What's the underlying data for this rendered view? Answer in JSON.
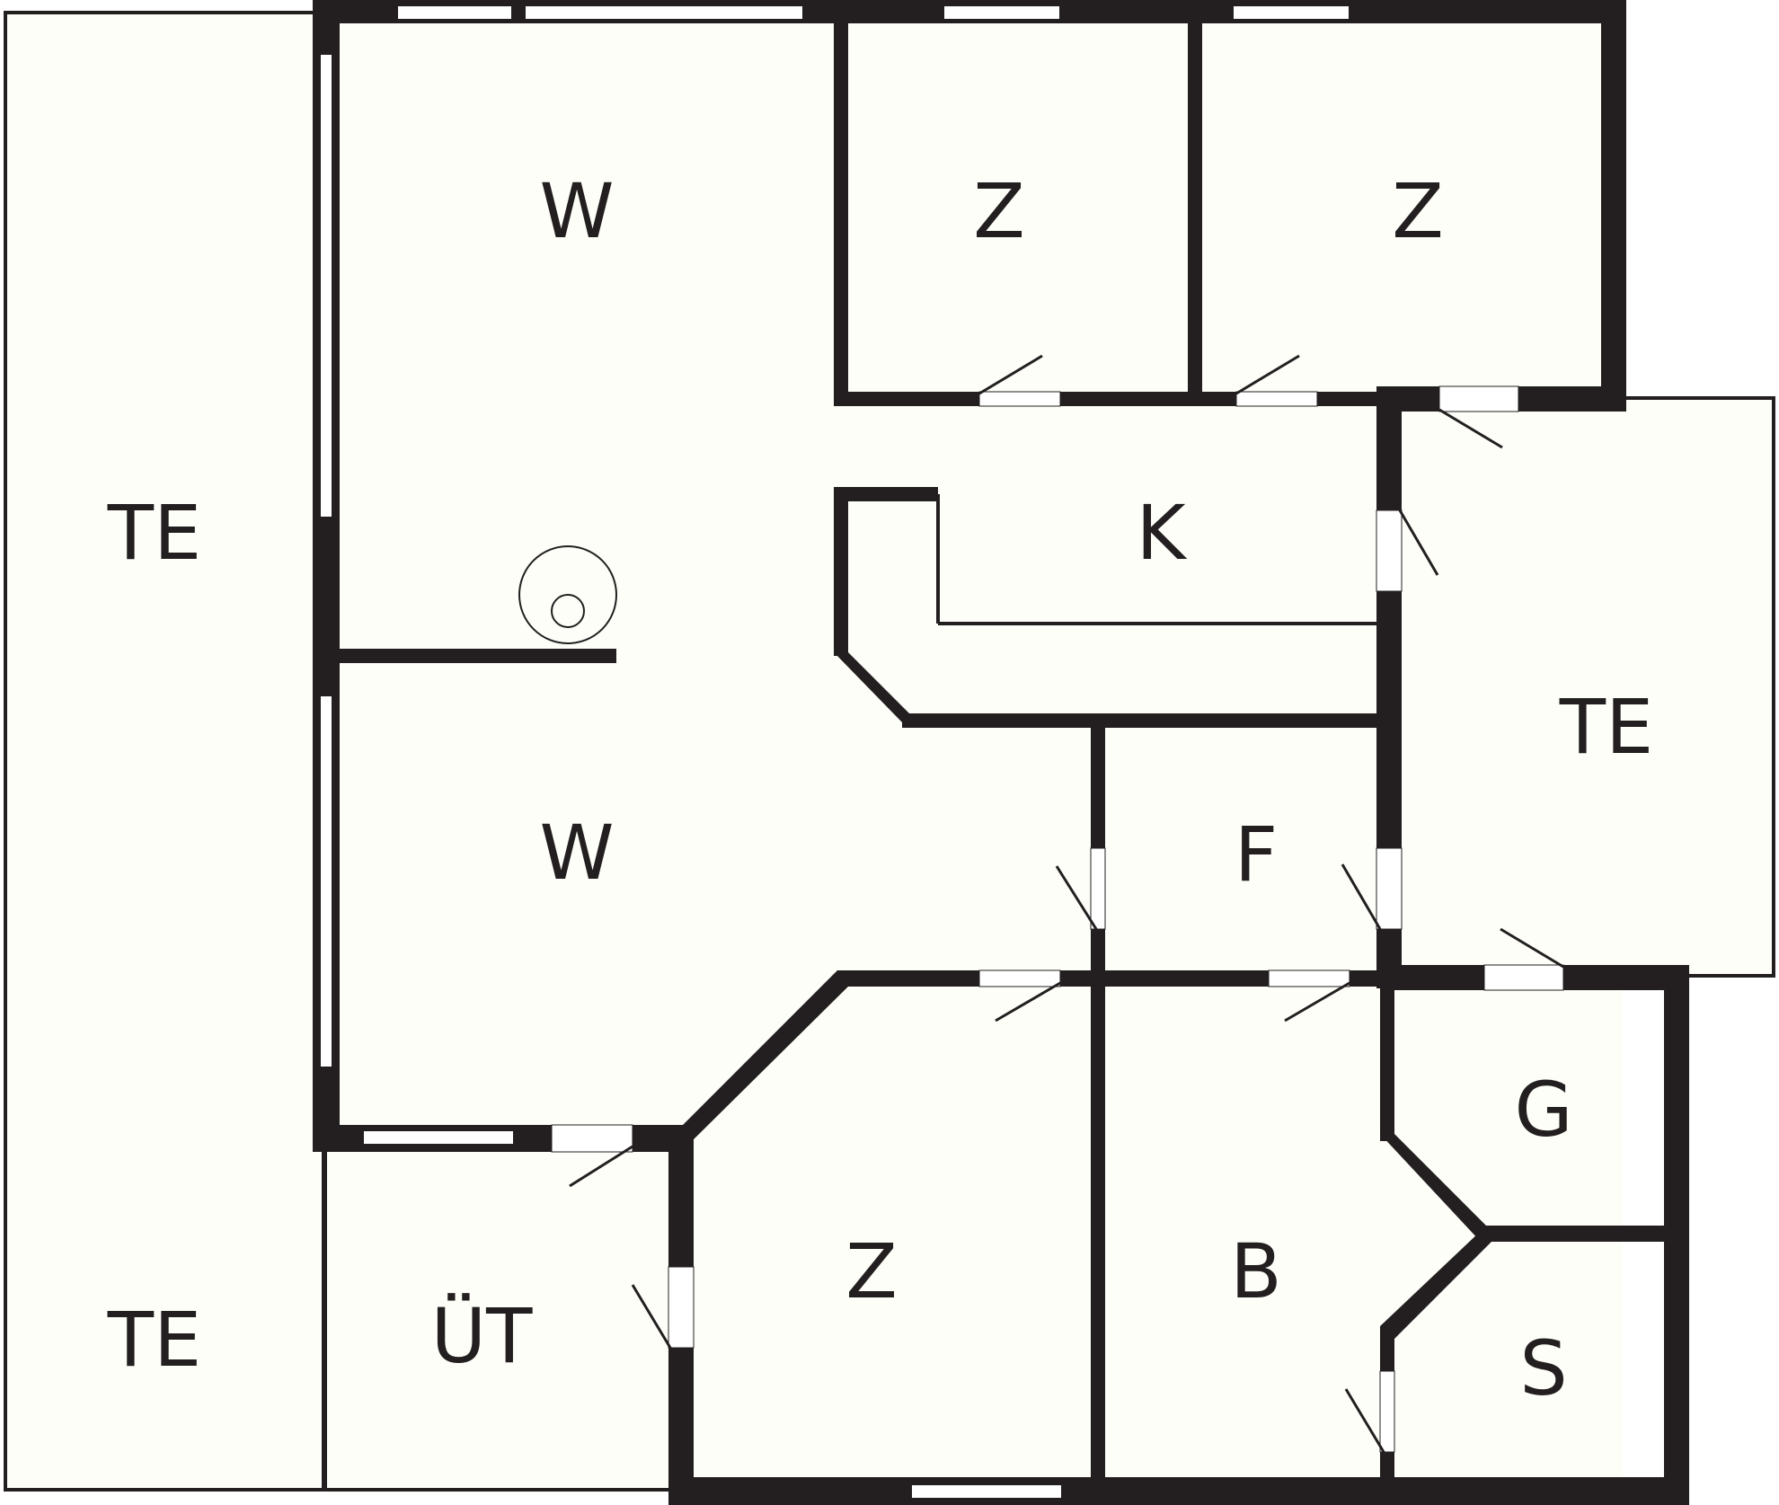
{
  "rooms": {
    "te_left_top": "TE",
    "te_left_bottom": "TE",
    "te_right": "TE",
    "w_top": "W",
    "w_bottom": "W",
    "z_top_middle": "Z",
    "z_top_right": "Z",
    "z_bottom": "Z",
    "k": "K",
    "f": "F",
    "g": "G",
    "b": "B",
    "s": "S",
    "ut": "ÜT"
  },
  "colors": {
    "wall": "#231f20",
    "floor": "#fdfef8"
  }
}
